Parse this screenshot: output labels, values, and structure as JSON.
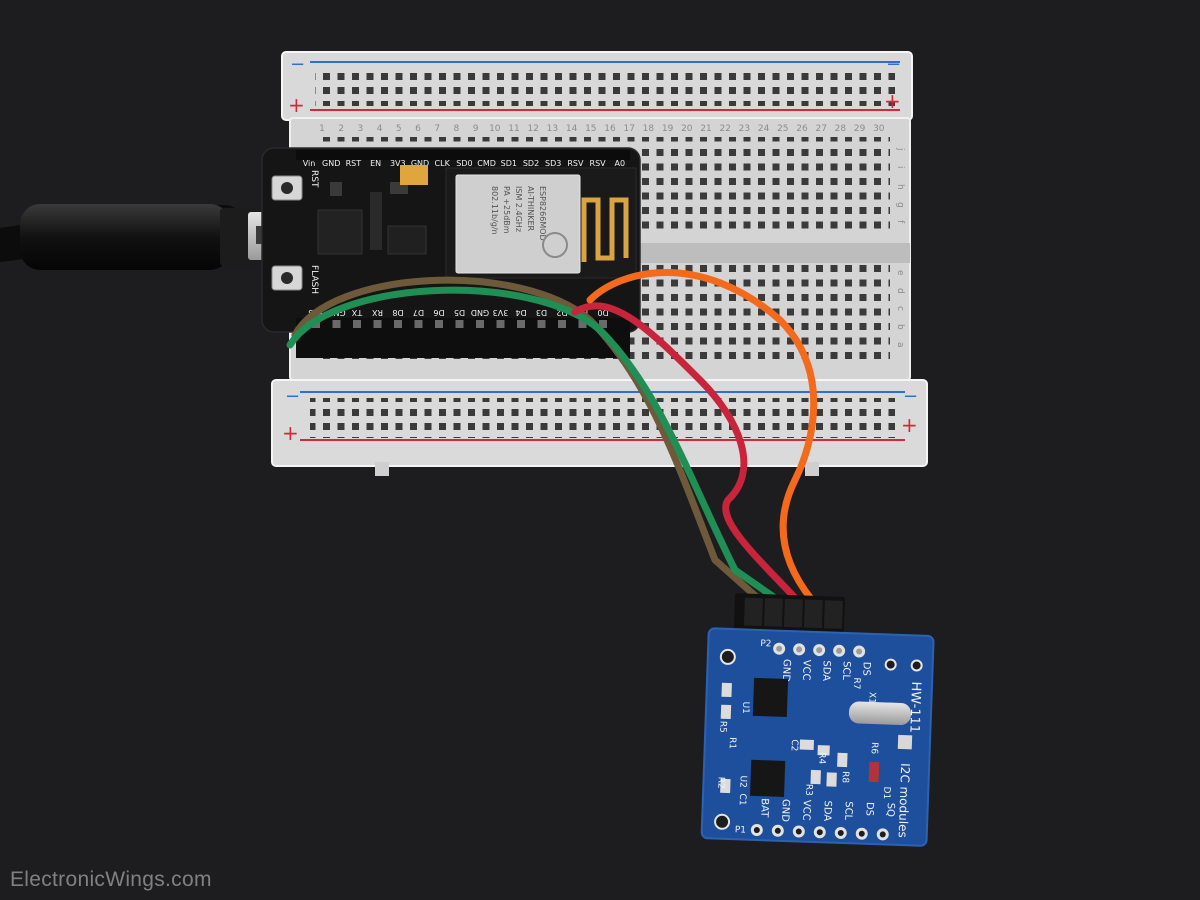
{
  "watermark": "ElectronicWings.com",
  "breadboard": {
    "rail_plus": "+",
    "rail_minus": "−",
    "column_numbers": [
      "1",
      "2",
      "3",
      "4",
      "5",
      "6",
      "7",
      "8",
      "9",
      "10",
      "11",
      "12",
      "13",
      "14",
      "15",
      "16",
      "17",
      "18",
      "19",
      "20",
      "21",
      "22",
      "23",
      "24",
      "25",
      "26",
      "27",
      "28",
      "29",
      "30"
    ],
    "row_letters_top": [
      "j",
      "i",
      "h",
      "g",
      "f"
    ],
    "row_letters_bottom": [
      "e",
      "d",
      "c",
      "b",
      "a"
    ]
  },
  "nodemcu": {
    "top_pins": [
      "Vin",
      "GND",
      "RST",
      "EN",
      "3V3",
      "GND",
      "CLK",
      "SD0",
      "CMD",
      "SD1",
      "SD2",
      "SD3",
      "RSV",
      "RSV",
      "A0"
    ],
    "bottom_pins": [
      "3V3",
      "GND",
      "TX",
      "RX",
      "D8",
      "D7",
      "D6",
      "D5",
      "GND",
      "3V3",
      "D4",
      "D3",
      "D2",
      "D1",
      "D0"
    ],
    "rst_label": "RST",
    "flash_label": "FLASH",
    "module_text": [
      "ESP8266MOD",
      "AI-THINKER",
      "ISM 2.4GHz",
      "PA +25dBm",
      "802.11b/g/n"
    ]
  },
  "rtc_module": {
    "title": "HW-111",
    "subtitle": "I2C modules",
    "p2_header": [
      "GND",
      "VCC",
      "SDA",
      "SCL",
      "DS"
    ],
    "p1_header": [
      "BAT",
      "GND",
      "VCC",
      "SDA",
      "SCL",
      "DS",
      "SQ"
    ],
    "labels": [
      "P2",
      "P1",
      "X1",
      "R7",
      "R6",
      "R4",
      "R8",
      "R3",
      "R2",
      "R1",
      "R5",
      "C1",
      "C2",
      "D1",
      "U1",
      "U2"
    ]
  },
  "colors": {
    "background": "#1d1d1f",
    "wire_green": "#1f8f55",
    "wire_brown": "#6e5a3a",
    "wire_red": "#c8243c",
    "wire_orange": "#f36a1d",
    "rtc_pcb": "#1d4f9c",
    "nodemcu_pcb": "#151515"
  }
}
